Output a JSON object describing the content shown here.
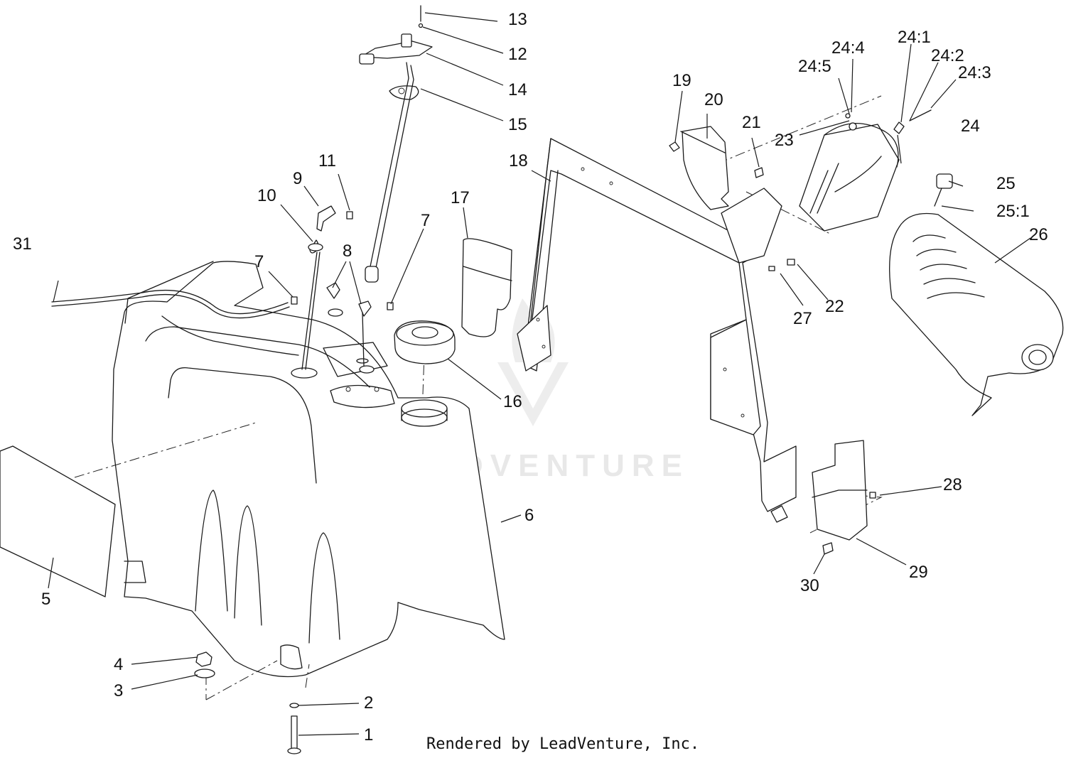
{
  "watermark": {
    "text": "LEADVENTURE"
  },
  "credit": "Rendered by LeadVenture, Inc.",
  "callouts": [
    "1",
    "2",
    "3",
    "4",
    "5",
    "6",
    "7",
    "7",
    "8",
    "9",
    "10",
    "11",
    "12",
    "13",
    "14",
    "15",
    "16",
    "17",
    "18",
    "19",
    "20",
    "21",
    "22",
    "23",
    "24",
    "24:1",
    "24:2",
    "24:3",
    "24:4",
    "24:5",
    "25",
    "25:1",
    "26",
    "27",
    "28",
    "29",
    "30",
    "31"
  ]
}
